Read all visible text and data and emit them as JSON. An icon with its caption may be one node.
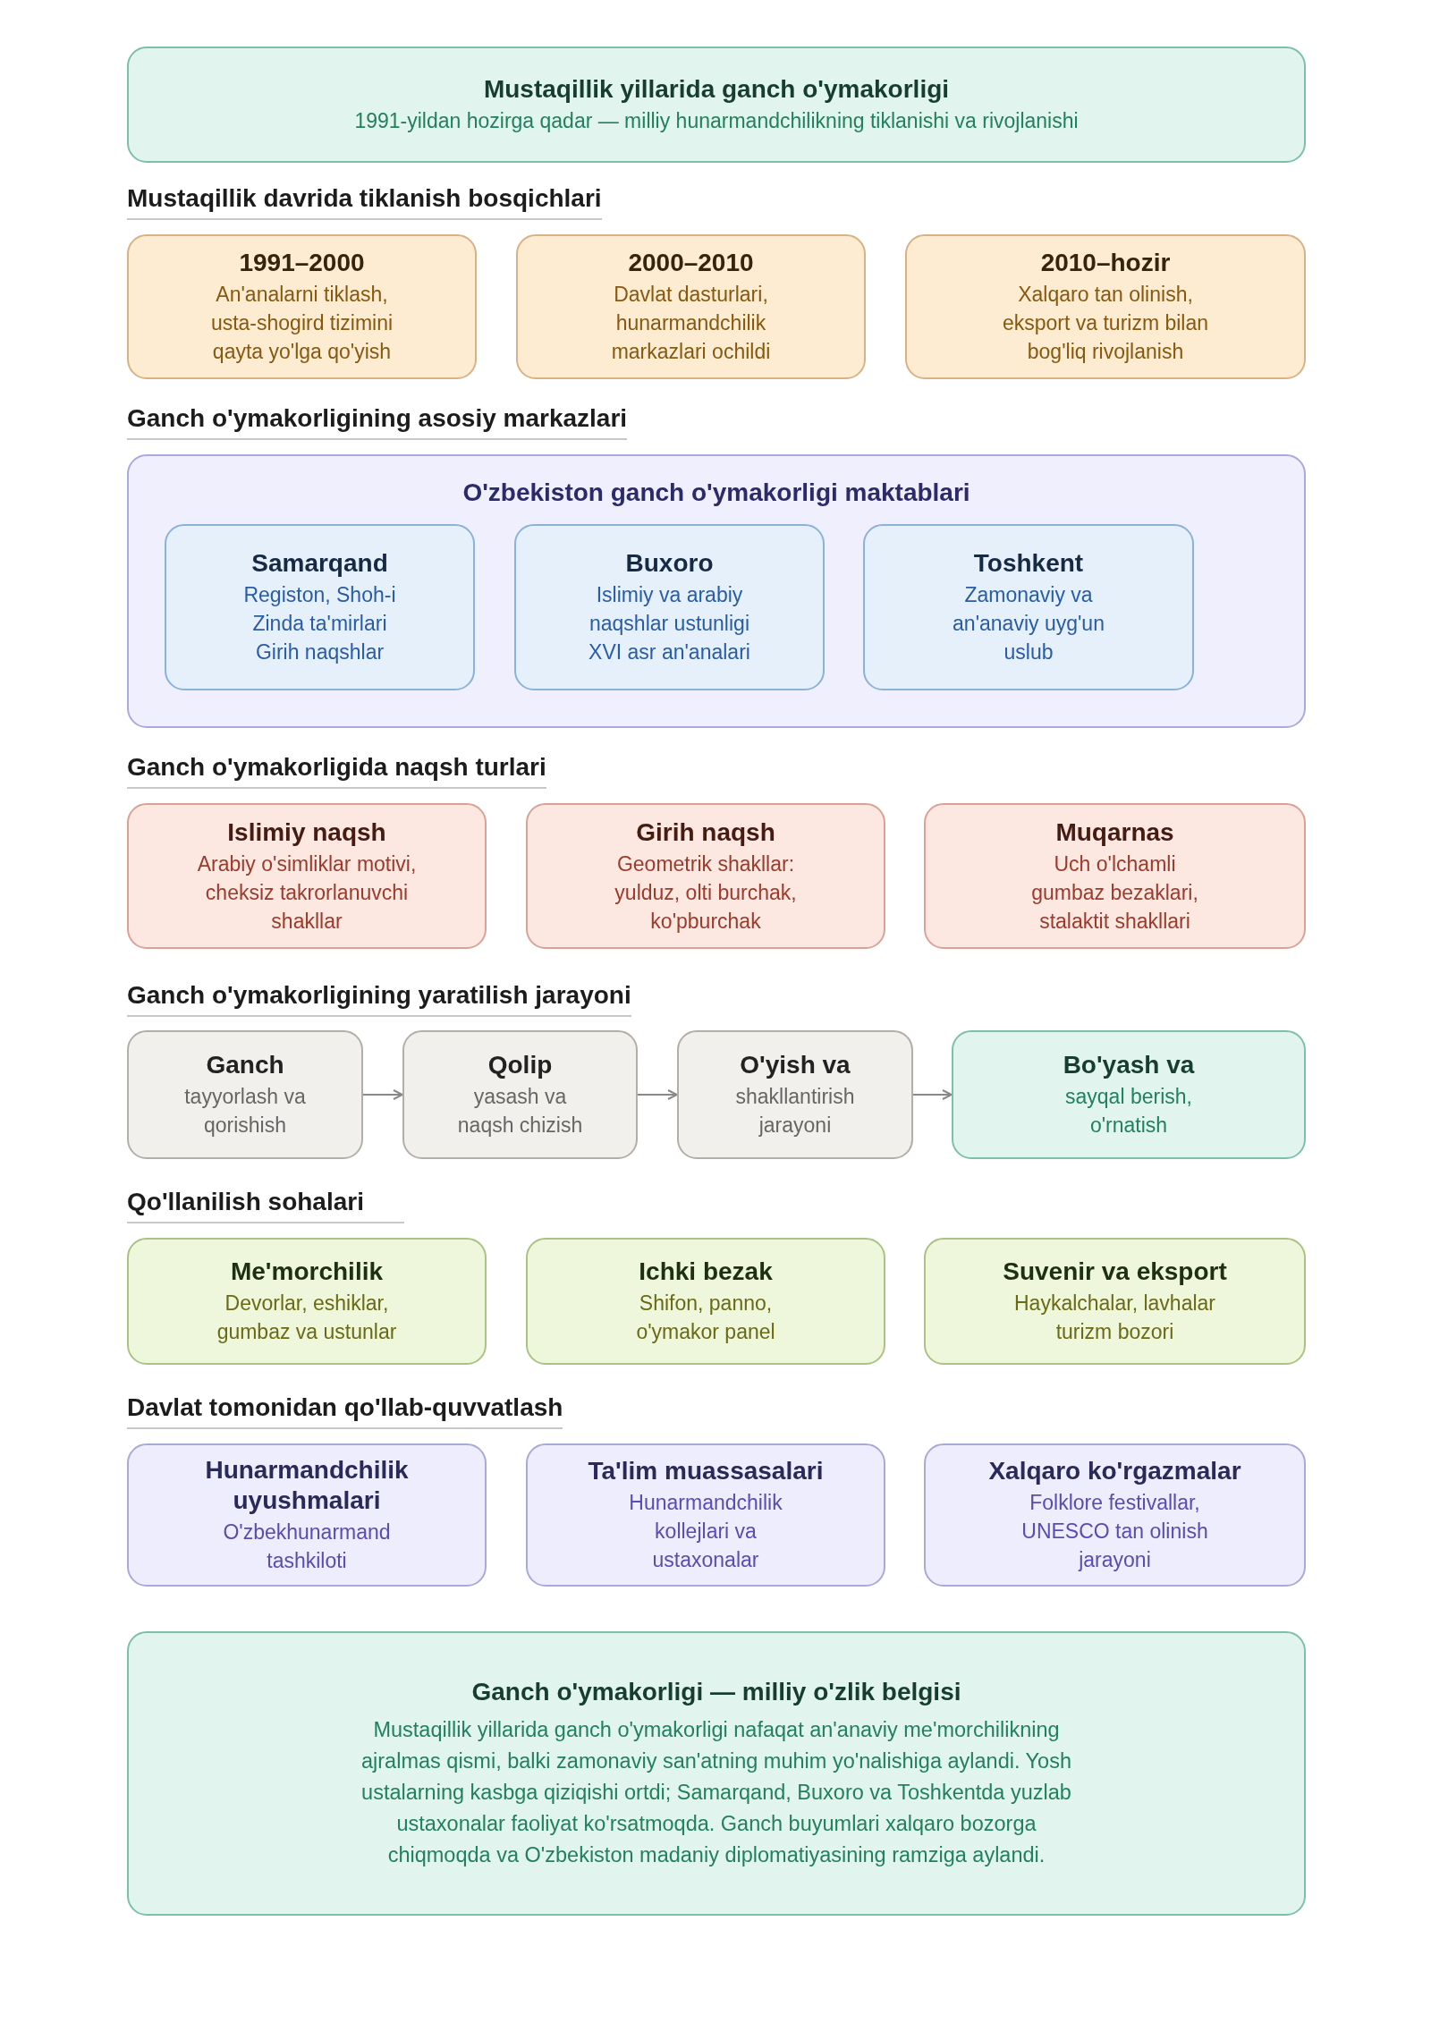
{
  "diagram": {
    "nodes": [
      {
        "text": [
          "Mustaqillik yillarida ganch o'ymakorligi",
          "1991-yildan hozirga qadar — milliy hunarmandchilikning tiklanishi va rivojlanishi"
        ]
      },
      {
        "text": [
          "1991–2000",
          "An'analarni tiklash, usta-shogird tizimini qayta yo'lga qo'yish"
        ]
      },
      {
        "text": [
          "2000–2010",
          "Davlat dasturlari, hunarmandchilik markazlari ochildi"
        ]
      },
      {
        "text": [
          "2010–hozir",
          "Xalqaro tan olinish, eksport va turizm bilan bog'liq rivojlanish"
        ]
      },
      {
        "text": [
          "O'zbekiston ganch o'ymakorligi maktablari"
        ]
      },
      {
        "text": [
          "Samarqand",
          "Registon, Shoh-i Zinda ta'mirlari Girih naqshlar"
        ],
        "in": 4
      },
      {
        "text": [
          "Buxoro",
          "Islimiy va arabiy naqshlar ustunligi XVI asr an'analari"
        ],
        "in": 4
      },
      {
        "text": [
          "Toshkent",
          "Zamonaviy va an'anaviy uyg'un uslub"
        ],
        "in": 4
      },
      {
        "text": [
          "Islimiy naqsh",
          "Arabiy o'simliklar motivi, cheksiz takrorlanuvchi shakllar"
        ]
      },
      {
        "text": [
          "Girih naqsh",
          "Geometrik shakllar: yulduz, olti burchak, ko'pburchak"
        ]
      },
      {
        "text": [
          "Muqarnas",
          "Uch o'lchamli gumbaz bezaklari, stalaktit shakllari"
        ]
      },
      {
        "text": [
          "Ganch",
          "tayyorlash va qorishish"
        ]
      },
      {
        "text": [
          "Qolip",
          "yasash va naqsh chizish"
        ]
      },
      {
        "text": [
          "O'yish va",
          "shakllantirish jarayoni"
        ]
      },
      {
        "text": [
          "Bo'yash va",
          "sayqal berish, o'rnatish"
        ]
      },
      {
        "text": [
          "Me'morchilik",
          "Devorlar, eshiklar, gumbaz va ustunlar"
        ]
      },
      {
        "text": [
          "Ichki bezak",
          "Shifon, panno, o'ymakor panel"
        ]
      },
      {
        "text": [
          "Suvenir va eksport",
          "Haykalchalar, lavhalar turizm bozori"
        ]
      },
      {
        "text": [
          "Hunarmandchilik uyushmalari",
          "O'zbekhunarmand tashkiloti"
        ]
      },
      {
        "text": [
          "Ta'lim muassasalari",
          "Hunarmandchilik kollejlari va ustaxonalar"
        ]
      },
      {
        "text": [
          "Xalqaro ko'rgazmalar",
          "Folklore festivallar, UNESCO tan olinish jarayoni"
        ]
      },
      {
        "text": [
          "Ganch o'ymakorligi — milliy o'zlik belgisi",
          "Mustaqillik yillarida ganch o'ymakorligi nafaqat an'anaviy me'morchilikning ajralmas qismi, balki zamonaviy san'atning muhim yo'nalishiga aylandi. Yosh ustalarning kasbga qiziqishi ortdi; Samarqand, Buxoro va Toshkentda yuzlab ustaxonalar faoliyat ko'rsatmoqda. Ganch buyumlari xalqaro bozorga chiqmoqda va O'zbekiston madaniy diplomatiyasining ramziga aylandi."
        ]
      }
    ],
    "edges": [
      {
        "from": 11,
        "to": 12,
        "arrow": "to"
      },
      {
        "from": 12,
        "to": 13,
        "arrow": "to"
      },
      {
        "from": 13,
        "to": 14,
        "arrow": "to"
      }
    ],
    "labels": [
      "Mustaqillik davrida tiklanish bosqichlari",
      "Ganch o'ymakorligining asosiy markazlari",
      "Ganch o'ymakorligida naqsh turlari",
      "Ganch o'ymakorligining yaratilish jarayoni",
      "Qo'llanilish sohalari",
      "Davlat tomonidan qo'llab-quvvatlash"
    ]
  }
}
